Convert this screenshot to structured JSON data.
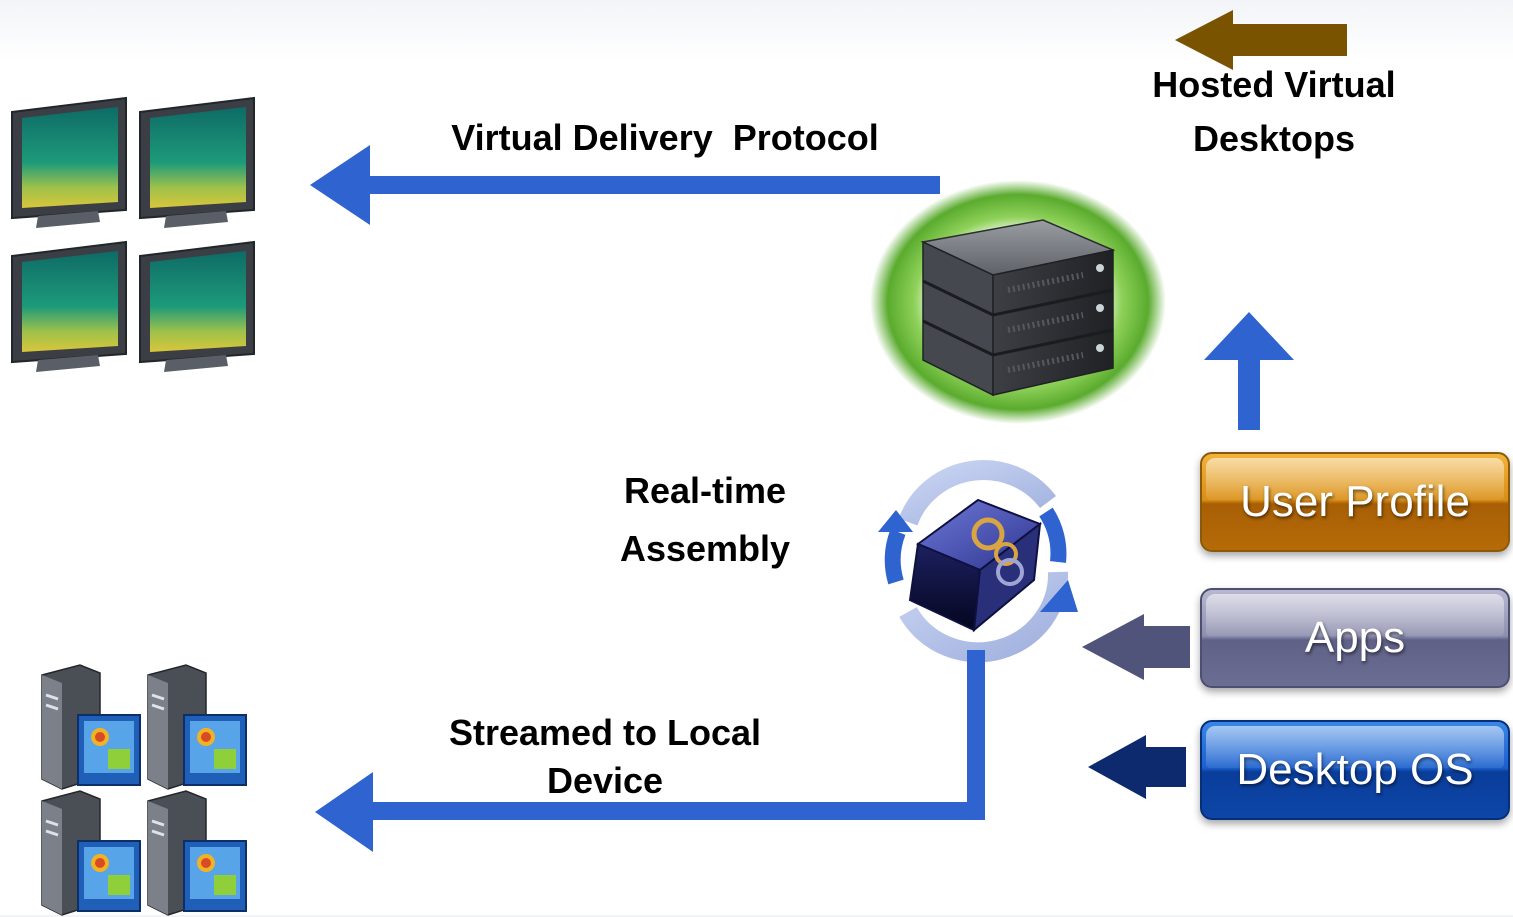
{
  "labels": {
    "hosted_line1": "Hosted Virtual",
    "hosted_line2": "Desktops",
    "vdp": "Virtual Delivery  Protocol",
    "realtime_line1": "Real-time",
    "realtime_line2": "Assembly",
    "streamed_line1": "Streamed to Local",
    "streamed_line2": "Device"
  },
  "layers": {
    "user_profile": "User Profile",
    "apps": "Apps",
    "desktop_os": "Desktop OS"
  },
  "icons": {
    "monitors": "monitor-icon",
    "server": "server-rack-icon",
    "assembly": "rotating-gear-cube-icon",
    "pcs": "desktop-pc-icon"
  },
  "colors": {
    "flow_blue": "#2f63d0",
    "legend_brown": "#7a5300",
    "apps_arrow": "#50537a",
    "os_arrow": "#0d2a6e",
    "server_glow": "#6fbf3a"
  }
}
